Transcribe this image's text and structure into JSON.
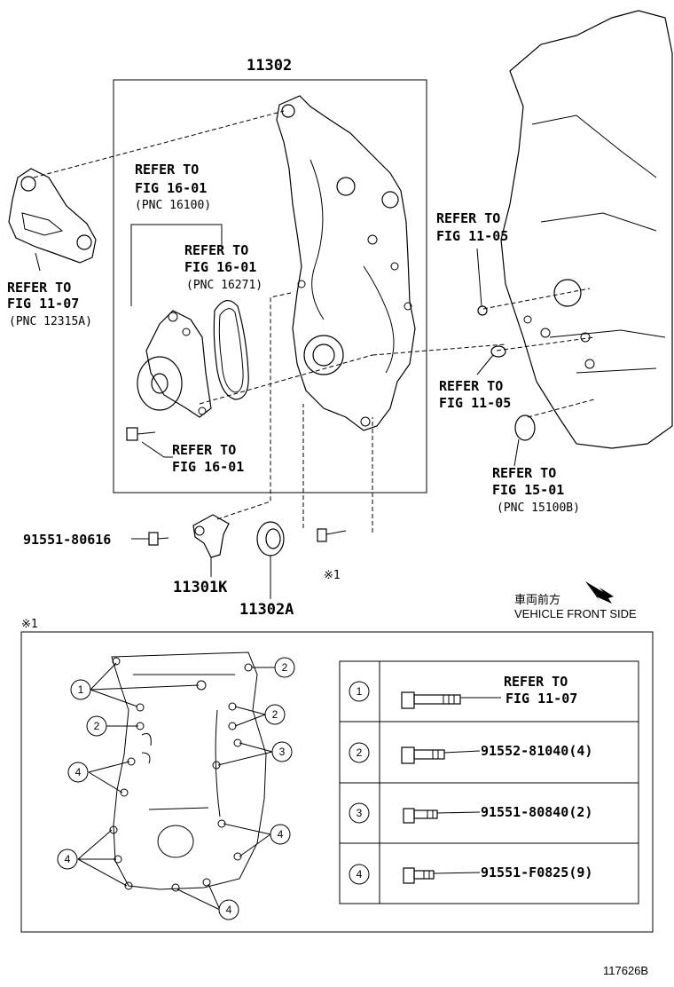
{
  "diagram": {
    "main_part": "11302",
    "refs": {
      "bracket_fig": "REFER TO",
      "bracket_fig2": "FIG 11-07",
      "bracket_pnc": "(PNC 12315A)",
      "pump_a": "REFER TO",
      "pump_a2": "FIG 16-01",
      "pump_a_pnc": "(PNC 16100)",
      "pump_b": "REFER TO",
      "pump_b2": "FIG 16-01",
      "pump_b_pnc": "(PNC 16271)",
      "bolt_ref": "REFER TO",
      "bolt_ref2": "FIG 16-01",
      "block_a": "REFER TO",
      "block_a2": "FIG 11-05",
      "block_b": "REFER TO",
      "block_b2": "FIG 11-05",
      "block_c": "REFER TO",
      "block_c2": "FIG 15-01",
      "block_c_pnc": "(PNC 15100B)"
    },
    "bolt_91551_80616": "91551-80616",
    "sensor": "11301K",
    "seal": "11302A",
    "note_mark": "※1",
    "front_jp": "車両前方",
    "front_en": "VEHICLE FRONT SIDE",
    "inset_mark": "※1",
    "figure_id": "117626B"
  },
  "legend": {
    "rows": [
      {
        "num": "1",
        "line1": "REFER TO",
        "line2": "FIG 11-07"
      },
      {
        "num": "2",
        "text": "91552-81040(4)"
      },
      {
        "num": "3",
        "text": "91551-80840(2)"
      },
      {
        "num": "4",
        "text": "91551-F0825(9)"
      }
    ]
  }
}
